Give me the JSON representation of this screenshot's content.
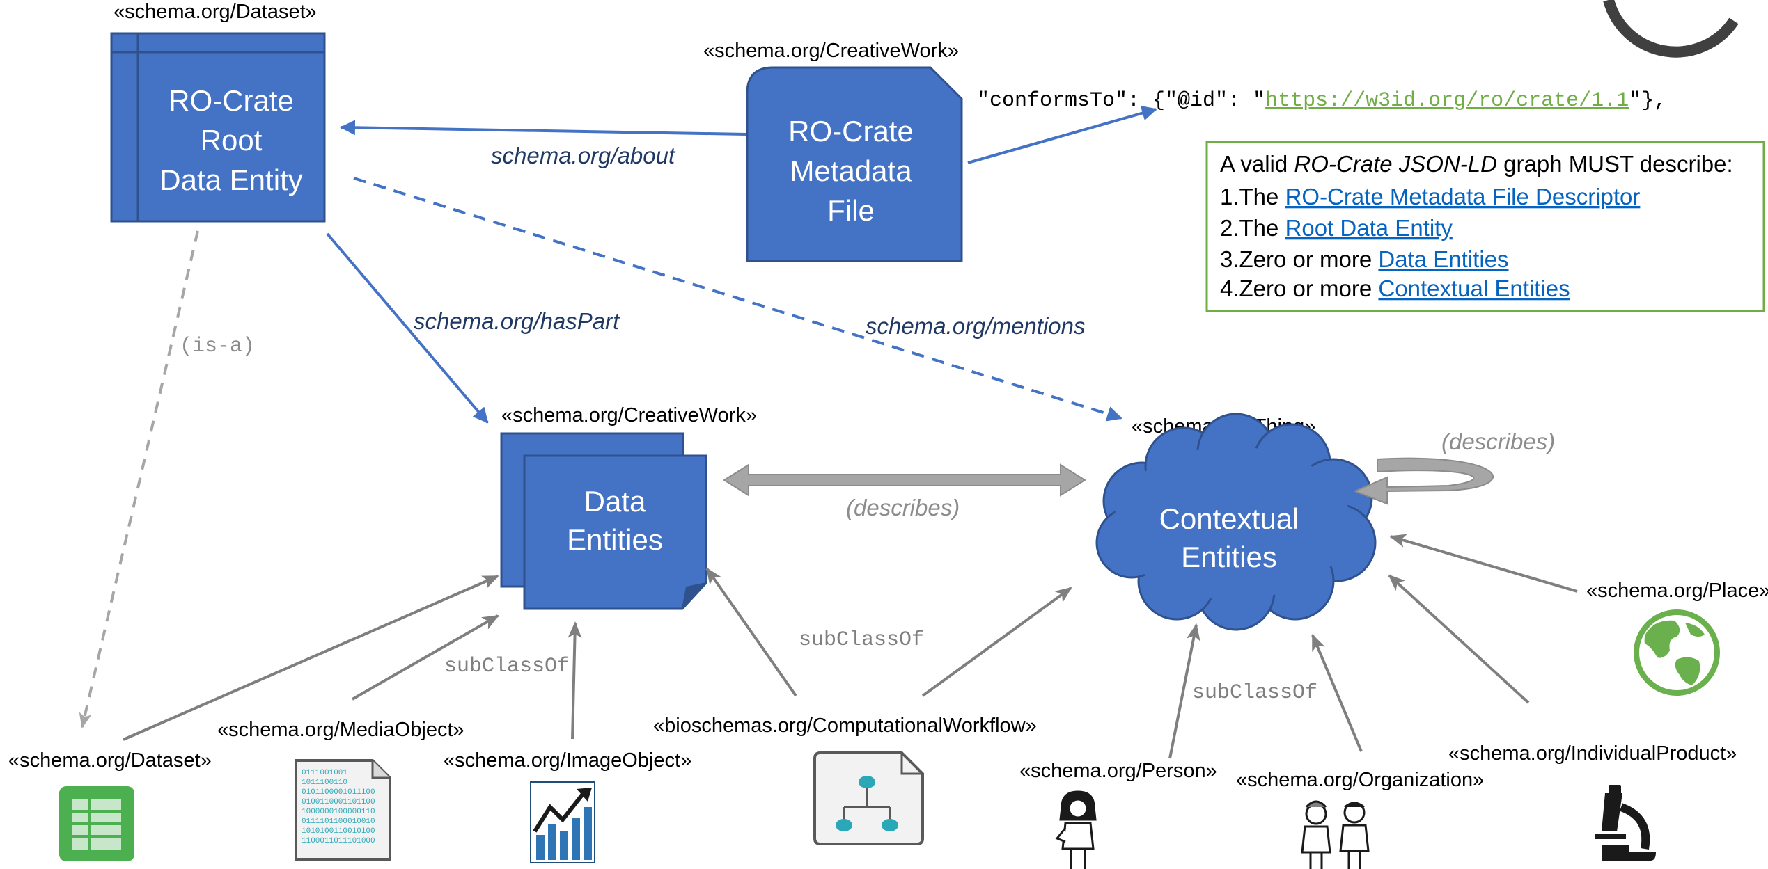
{
  "root": {
    "stereotype": "«schema.org/Dataset»",
    "lines": [
      "RO-Crate",
      "Root",
      "Data Entity"
    ]
  },
  "metadata_file": {
    "stereotype": "«schema.org/CreativeWork»",
    "lines": [
      "RO-Crate",
      "Metadata",
      "File"
    ]
  },
  "conforms_to": {
    "prefix": "\"conformsTo\": {\"@id\": \"",
    "url": "https://w3id.org/ro/crate/1.1",
    "suffix": "\"},"
  },
  "info_box": {
    "line1_pre": "A valid ",
    "line1_em": "RO-Crate JSON-LD",
    "line1_post": " graph MUST describe:",
    "items": [
      {
        "prefix": "1.The ",
        "link": "RO-Crate Metadata File Descriptor"
      },
      {
        "prefix": "2.The ",
        "link": "Root Data Entity"
      },
      {
        "prefix": "3.Zero or more ",
        "link": "Data Entities"
      },
      {
        "prefix": "4.Zero or more ",
        "link": "Contextual Entities"
      }
    ]
  },
  "relations": {
    "about": "schema.org/about",
    "has_part": "schema.org/hasPart",
    "mentions": "schema.org/mentions",
    "is_a": "(is-a)",
    "describes": "(describes)",
    "self_describes": "(describes)"
  },
  "data_entities": {
    "stereotype": "«schema.org/CreativeWork»",
    "lines": [
      "Data",
      "Entities"
    ]
  },
  "contextual_entities": {
    "stereotype": "«schema.org/Thing»",
    "lines": [
      "Contextual",
      "Entities"
    ]
  },
  "subclass_label": "subClassOf",
  "types": {
    "dataset": "«schema.org/Dataset»",
    "media_object": "«schema.org/MediaObject»",
    "image_object": "«schema.org/ImageObject»",
    "workflow": "«bioschemas.org/ComputationalWorkflow»",
    "person": "«schema.org/Person»",
    "organization": "«schema.org/Organization»",
    "individual_product": "«schema.org/IndividualProduct»",
    "place": "«schema.org/Place»"
  },
  "binary_rows": [
    "0111001001",
    "1011100110",
    "0101100001011100",
    "0100110001101100",
    "1000000100000110",
    "0111101100010010",
    "1010100110010100",
    "1100011011101000"
  ],
  "colors": {
    "entity_fill": "#4472c4",
    "entity_stroke": "#2f528f",
    "relation_line": "#4472c4",
    "gray_arrow": "#7f7f7f",
    "info_border": "#70ad47",
    "link": "#0563c1",
    "globe_green": "#6ab04c",
    "sheet_green": "#4caf50",
    "teal": "#2aa8b8"
  }
}
